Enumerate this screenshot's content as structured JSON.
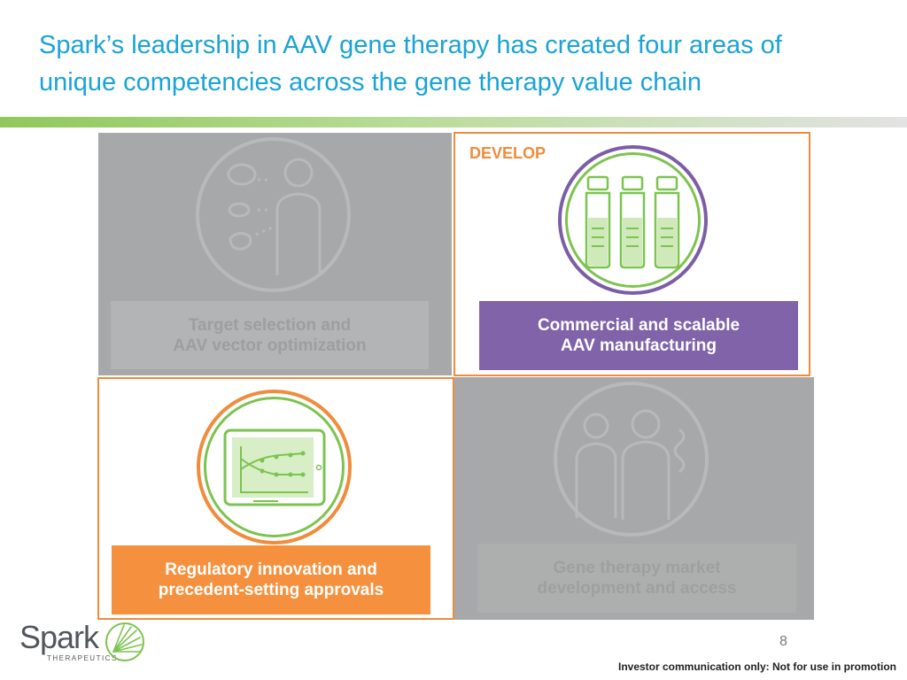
{
  "title": {
    "line1": "Spark’s leadership in AAV gene therapy has created four areas of",
    "line2": "unique competencies across the gene therapy value chain"
  },
  "quadrants": [
    {
      "label_line1": "Target selection and",
      "label_line2": "AAV vector optimization",
      "state": "dimmed",
      "icon": "patient-organs-icon"
    },
    {
      "tag": "DEVELOP",
      "label_line1": "Commercial and scalable",
      "label_line2": "AAV manufacturing",
      "state": "highlighted",
      "icon": "vials-icon"
    },
    {
      "label_line1": "Regulatory innovation and",
      "label_line2": "precedent-setting approvals",
      "state": "highlighted",
      "icon": "tablet-chart-icon"
    },
    {
      "label_line1": "Gene therapy market",
      "label_line2": "development and access",
      "state": "dimmed",
      "icon": "doctor-patient-icon"
    }
  ],
  "logo": {
    "name": "Spark",
    "subtitle": "THERAPEUTICS"
  },
  "page_number": "8",
  "footer": "Investor communication only: Not for use in promotion",
  "colors": {
    "title": "#1aa3d6",
    "accent_orange": "#f08c3c",
    "accent_purple": "#8063a8",
    "accent_green": "#7cc34f",
    "dimmed_gray": "#a7a8aa"
  }
}
